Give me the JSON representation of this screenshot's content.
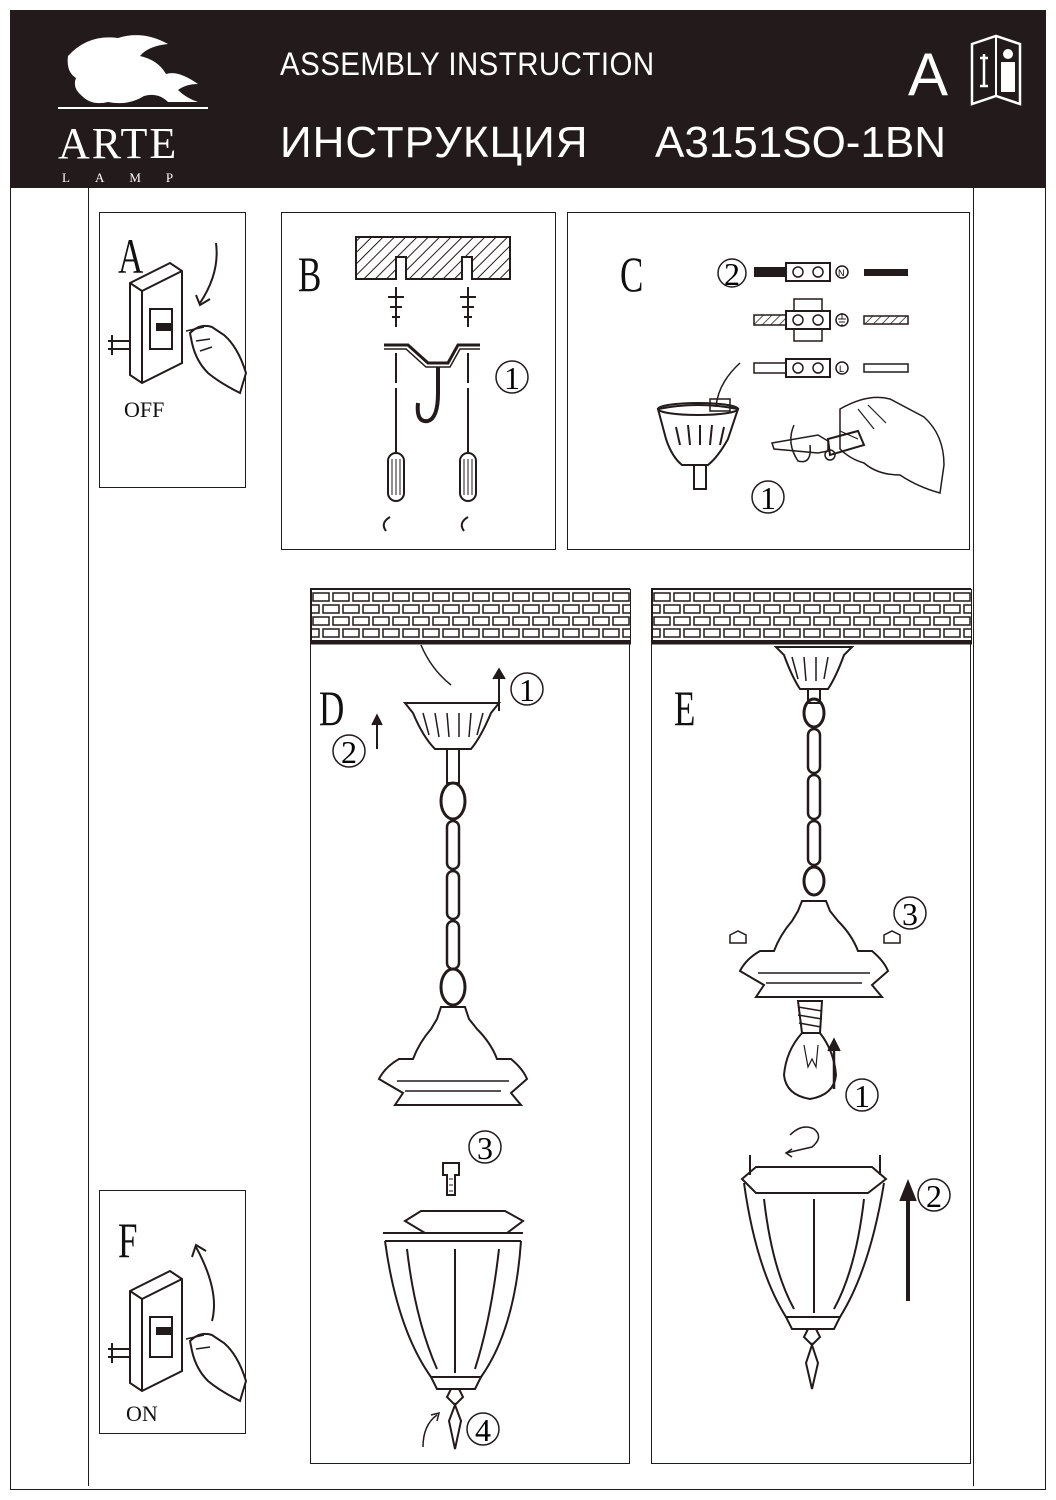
{
  "header": {
    "brand": "ARTE",
    "brand_sub": "LAMP",
    "title_en": "ASSEMBLY INSTRUCTION",
    "title_ru": "ИНСТРУКЦИЯ",
    "model": "A3151SO-1BN",
    "variant": "A"
  },
  "panels": {
    "a": {
      "label": "A",
      "caption": "OFF"
    },
    "b": {
      "label": "B",
      "step": "1"
    },
    "c": {
      "label": "C",
      "step1": "1",
      "step2": "2",
      "term_n": "N",
      "term_l": "L"
    },
    "d": {
      "label": "D",
      "step1": "1",
      "step2": "2",
      "step3": "3",
      "step4": "4"
    },
    "e": {
      "label": "E",
      "step1": "1",
      "step2": "2",
      "step3": "3"
    },
    "f": {
      "label": "F",
      "caption": "ON"
    }
  },
  "colors": {
    "header_bg": "#231a1b",
    "ink": "#231a1b"
  },
  "icons": [
    "griffin-logo-icon",
    "manual-info-icon"
  ]
}
